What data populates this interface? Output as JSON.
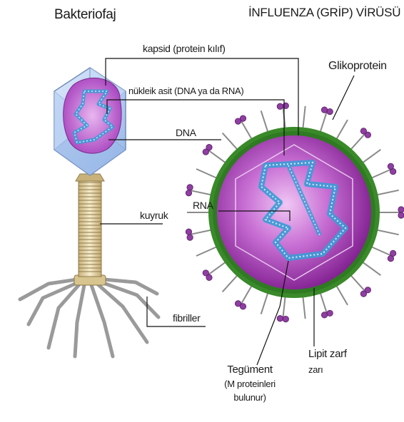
{
  "titles": {
    "left": "Bakteriofaj",
    "right": "İNFLUENZA (GRİP) VİRÜSÜ"
  },
  "labels": {
    "kapsid": "kapsid (protein kılıf)",
    "nukleik": "nükleik asit (DNA ya da RNA)",
    "dna": "DNA",
    "kuyruk": "kuyruk",
    "fibriller": "fibriller",
    "rna": "RNA",
    "glikoprotein": "Glikoprotein",
    "tegument_line1": "Tegüment",
    "tegument_line2": "(M proteinleri",
    "tegument_line3": "bulunur)",
    "lipit_line1": "Lipit zarf",
    "lipit_line2": "zarı"
  },
  "colors": {
    "capsid": "#a9c6ee",
    "nucleic_purple": "#b04cc4",
    "virus_body": "#9a2aa8",
    "envelope_green": "#3a8a2a",
    "rna_blue": "#3f9ad6",
    "tail_beige": "#e8d6a8",
    "fiber_gray": "#9a9a9a"
  }
}
